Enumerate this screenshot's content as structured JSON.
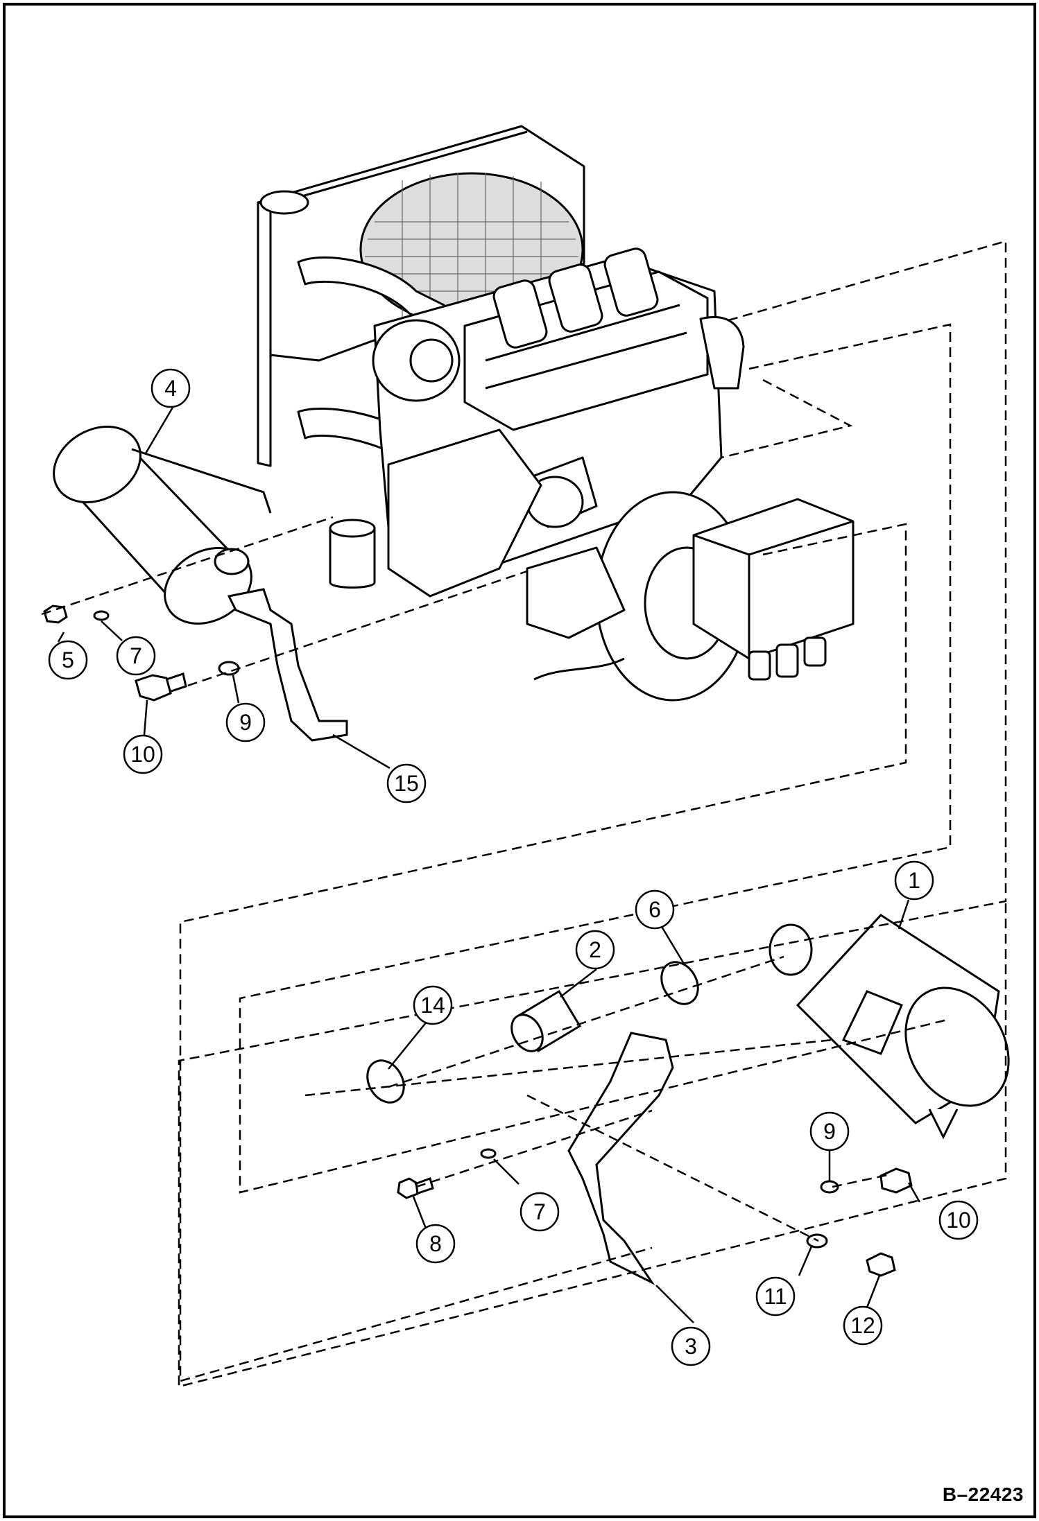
{
  "drawing": {
    "reference_code": "B–22423",
    "line_color": "#000000",
    "background_color": "#ffffff",
    "callouts": [
      {
        "id": "4",
        "label": "4"
      },
      {
        "id": "5",
        "label": "5"
      },
      {
        "id": "7a",
        "label": "7"
      },
      {
        "id": "9a",
        "label": "9"
      },
      {
        "id": "10a",
        "label": "10"
      },
      {
        "id": "15",
        "label": "15"
      },
      {
        "id": "1",
        "label": "1"
      },
      {
        "id": "6",
        "label": "6"
      },
      {
        "id": "2",
        "label": "2"
      },
      {
        "id": "14",
        "label": "14"
      },
      {
        "id": "9b",
        "label": "9"
      },
      {
        "id": "10b",
        "label": "10"
      },
      {
        "id": "7b",
        "label": "7"
      },
      {
        "id": "8",
        "label": "8"
      },
      {
        "id": "11",
        "label": "11"
      },
      {
        "id": "12",
        "label": "12"
      },
      {
        "id": "3",
        "label": "3"
      }
    ]
  }
}
